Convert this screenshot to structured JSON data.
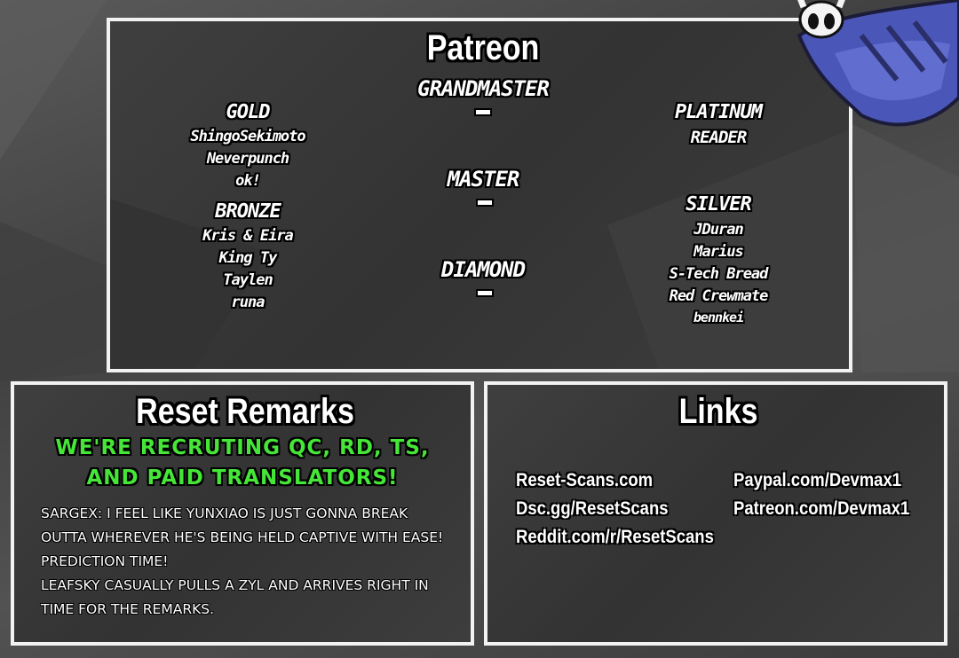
{
  "patreon": {
    "title": "Patreon",
    "grandmaster": {
      "label": "GRANDMASTER",
      "members": "-"
    },
    "master": {
      "label": "MASTER",
      "members": "-"
    },
    "diamond": {
      "label": "DIAMOND",
      "members": "-"
    },
    "gold": {
      "label": "GOLD",
      "members": [
        "ShingoSekimoto",
        "Neverpunch",
        "ok!"
      ]
    },
    "bronze": {
      "label": "BRONZE",
      "members": [
        "Kris & Eira",
        "King Ty",
        "Taylen",
        "runa"
      ]
    },
    "platinum": {
      "label": "PLATINUM",
      "members": [
        "READER"
      ]
    },
    "silver": {
      "label": "SILVER",
      "members": [
        "JDuran",
        "Marius",
        "S-Tech Bread",
        "Red Crewmate",
        "bennkei"
      ]
    }
  },
  "remarks": {
    "title": "Reset Remarks",
    "recruit_line1": "WE'RE RECRUTING QC, RD, TS,",
    "recruit_line2": "AND PAID TRANSLATORS!",
    "lines": [
      "SARGEX: I feel like Yunxiao is just gonna break",
      "outta wherever he's being held captive with ease!",
      "Prediction time!",
      "LEAFSKY casually pulls a ZYL and arrives right in",
      "time for the remarks."
    ]
  },
  "links": {
    "title": "Links",
    "left": [
      "Reset-Scans.com",
      "Dsc.gg/ResetScans",
      "Reddit.com/r/ResetScans"
    ],
    "right": [
      "Paypal.com/Devmax1",
      "Patreon.com/Devmax1"
    ]
  },
  "colors": {
    "panel_bg": "#373737",
    "panel_border": "#f2f2f2",
    "recruit_green": "#45e638",
    "mascot_cloak": "#5a67c9"
  },
  "icons": {
    "mascot": "hollow-knight-mascot-icon"
  }
}
